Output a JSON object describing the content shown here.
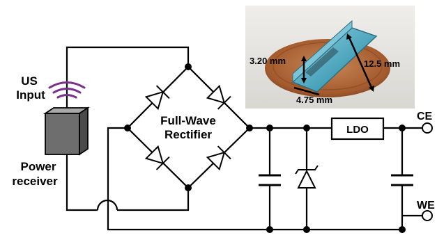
{
  "labels": {
    "us_input_line1": "US",
    "us_input_line2": "Input",
    "power_receiver_line1": "Power",
    "power_receiver_line2": "receiver",
    "rectifier_line1": "Full-Wave",
    "rectifier_line2": "Rectifier",
    "ldo": "LDO",
    "ce_terminal": "CE",
    "we_terminal": "WE"
  },
  "photo": {
    "dim_height": "3.20 mm",
    "dim_width": "4.75 mm",
    "dim_length": "12.5 mm"
  },
  "colors": {
    "wire": "#000000",
    "us_waves": "#7a2f8f",
    "receiver_front": "#6e6e6e",
    "receiver_top": "#a9a9a9",
    "receiver_side": "#4a4a4a",
    "coin": "#b56a3c",
    "implant": "#5fb3c9",
    "photo_bg": "#e4e2de"
  }
}
